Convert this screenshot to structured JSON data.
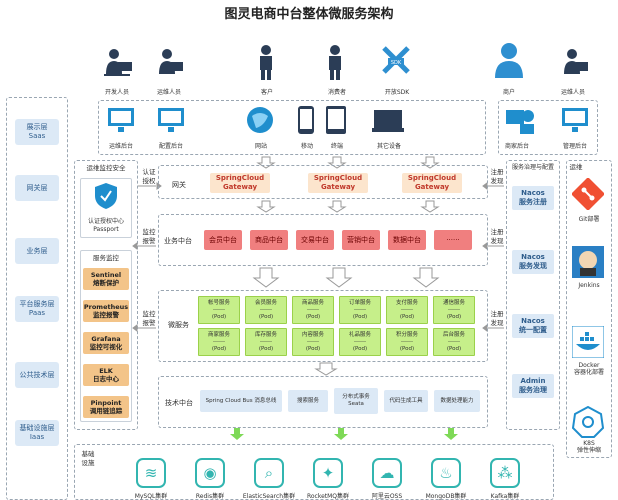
{
  "title": "图灵电商中台整体微服务架构",
  "roles": [
    "开发人员",
    "运维人员",
    "客户",
    "消费者",
    "开放SDK",
    "商户",
    "运维人员"
  ],
  "platforms": [
    "运维后台",
    "配置后台",
    "网站",
    "移动",
    "终端",
    "其它设备",
    "商家后台",
    "管理后台"
  ],
  "layers": [
    "展示层\nSaas",
    "网关层",
    "业务层",
    "平台服务层\nPaas",
    "公共技术层",
    "基础设施层\nIaas"
  ],
  "ops_monitor": {
    "title": "运维监控安全",
    "auth_center": "认证授权中心\nPassport",
    "service_monitor": "服务监控",
    "tools": [
      "Sentinel\n熔断保护",
      "Prometheus\n监控报警",
      "Grafana\n监控可视化",
      "ELK\n日志中心",
      "Pinpoint\n调用链追踪"
    ]
  },
  "edge_labels": {
    "auth": "认证\n授权",
    "monitor": "监控\n报警",
    "register": "注册\n发现"
  },
  "gateway": {
    "label": "网关",
    "items": [
      "SpringCloud\nGateway",
      "SpringCloud\nGateway",
      "SpringCloud\nGateway"
    ]
  },
  "business": {
    "label": "业务中台",
    "items": [
      "会员中台",
      "商品中台",
      "交易中台",
      "营销中台",
      "数据中台",
      "······"
    ]
  },
  "microservices": {
    "label": "微服务",
    "items": [
      "帐号服务",
      "会员服务",
      "商品服务",
      "订单服务",
      "支付服务",
      "通信服务",
      "商家服务",
      "库存服务",
      "内容服务",
      "礼品服务",
      "积分服务",
      "后台服务"
    ],
    "dots": "------",
    "pod": "(Pod)"
  },
  "tech": {
    "label": "技术中台",
    "items": [
      "Spring Cloud Bus 消息总线",
      "搜索服务",
      "分布式事务\nSeata",
      "代码生成工具",
      "数据处理能力"
    ]
  },
  "governance": {
    "title": "服务治理与配置",
    "items": [
      "Nacos\n服务注册",
      "Nacos\n服务发现",
      "Nacos\n统一配置",
      "Admin\n服务治理"
    ]
  },
  "ops": {
    "title": "运维",
    "items": [
      "Git部署",
      "Jenkins",
      "Docker\n容器化部署",
      "K8S\n弹性伸缩"
    ]
  },
  "infra": {
    "title": "基础\n设施",
    "items": [
      "MySQL集群",
      "Redis集群",
      "ElasticSearch集群",
      "RocketMQ集群",
      "阿里云OSS",
      "MongoDB集群",
      "Kafka集群"
    ]
  },
  "colors": {
    "accent_blue": "#1f8ecd",
    "person_dark": "#2b3d56",
    "person_blue": "#2e8fd0",
    "biz_red": "#f07f7f",
    "svc_green": "#c6ef8a",
    "infra_teal": "#32b5b0",
    "arrow_green": "#7ed957"
  }
}
